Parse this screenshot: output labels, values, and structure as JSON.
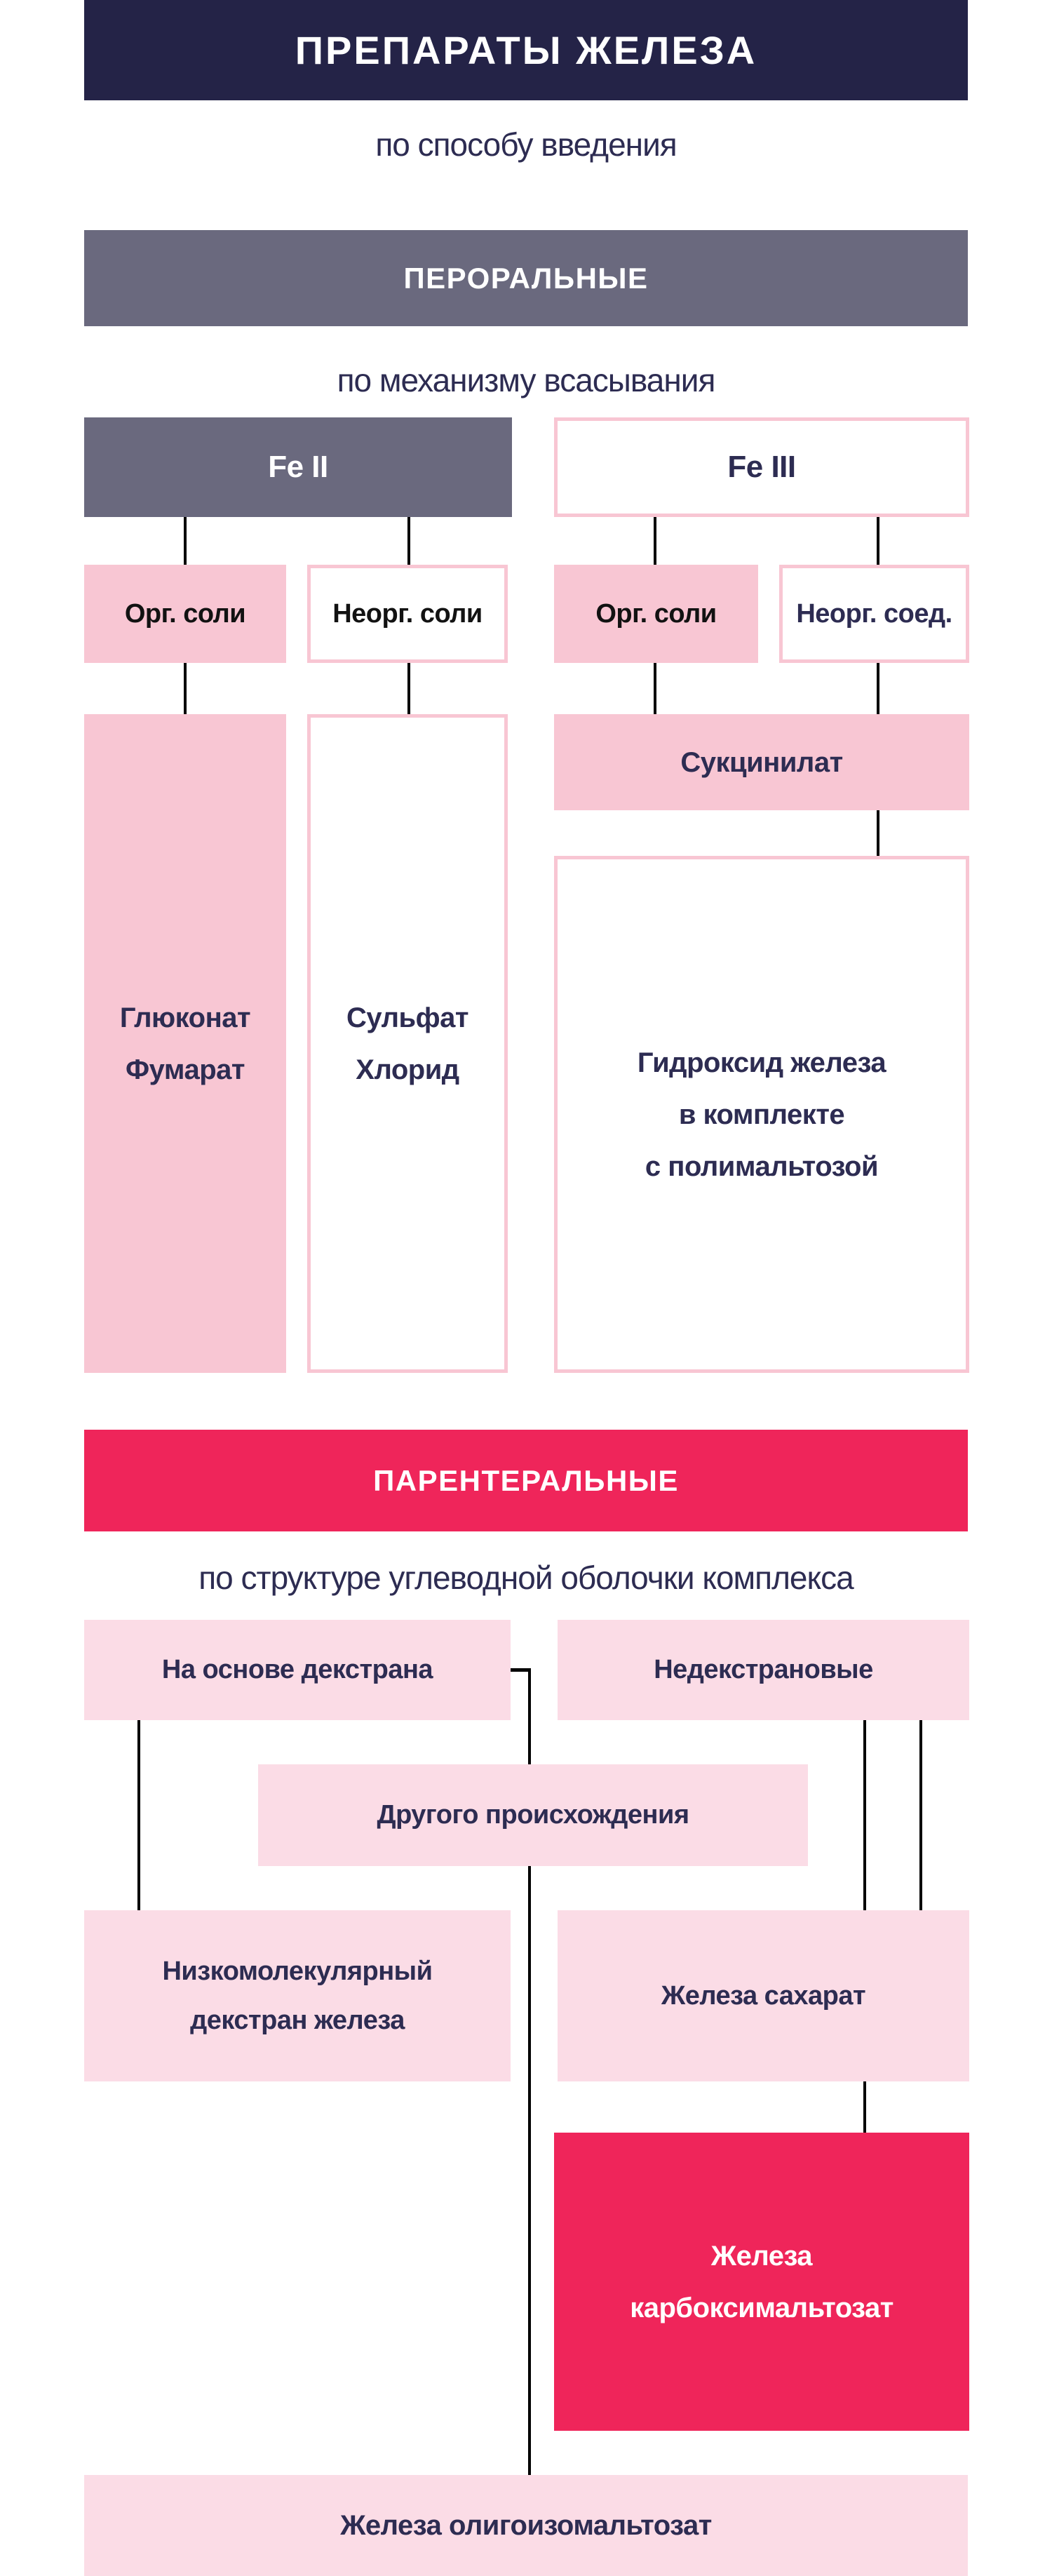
{
  "theme": {
    "navy": "#242347",
    "slate": "#6a697e",
    "pink": "#f8c6d3",
    "pink_light": "#fbdce6",
    "crimson": "#ef255a",
    "text_navy": "#2d2c52",
    "text_black": "#121212",
    "line": "#000000"
  },
  "header": {
    "title": "ПРЕПАРАТЫ ЖЕЛЕЗА",
    "subtitle": "по способу введения"
  },
  "oral": {
    "title": "ПЕРОРАЛЬНЫЕ",
    "subtitle": "по механизму всасывания",
    "fe2": {
      "label": "Fe II"
    },
    "fe3": {
      "label": "Fe III"
    },
    "fe2_org": {
      "label": "Орг. соли"
    },
    "fe2_inorg": {
      "label": "Неорг. соли"
    },
    "fe3_org": {
      "label": "Орг. соли"
    },
    "fe3_inorg": {
      "label": "Неорг. соед."
    },
    "succinylate": {
      "label": "Сукцинилат"
    },
    "gluconate_fumarate": {
      "label": "Глюконат\nФумарат"
    },
    "sulfate_chloride": {
      "label": "Сульфат\nХлорид"
    },
    "hydroxide_polymaltose": {
      "label": "Гидроксид железа\nв комплекте\nс полимальтозой"
    }
  },
  "parenteral": {
    "title": "ПАРЕНТЕРАЛЬНЫЕ",
    "subtitle": "по структуре углеводной оболочки комплекса",
    "dextran_based": {
      "label": "На основе декстрана"
    },
    "non_dextran": {
      "label": "Недекстрановые"
    },
    "other_origin": {
      "label": "Другого происхождения"
    },
    "lmw_iron_dextran": {
      "label": "Низкомолекулярный\nдекстран железа"
    },
    "iron_sucrose": {
      "label": "Железа сахарат"
    },
    "iron_carboxymaltose": {
      "label": "Железа\nкарбоксимальтозат"
    },
    "iron_oligoisomaltose": {
      "label": "Железа олигоизомальтозат"
    }
  }
}
